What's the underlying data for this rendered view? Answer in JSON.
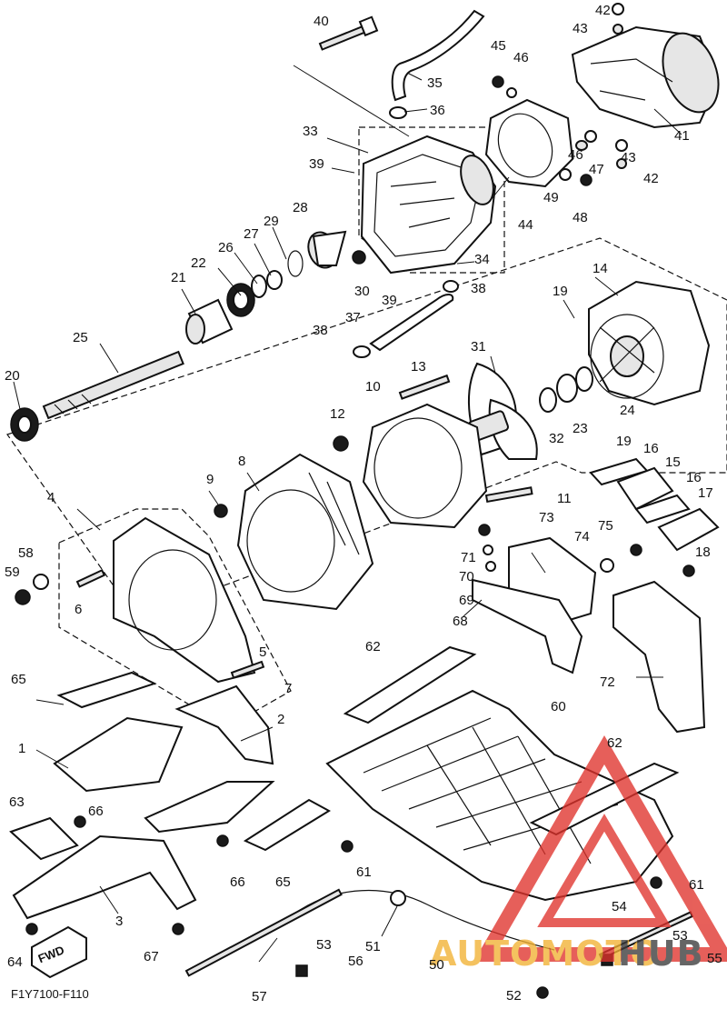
{
  "figure_code": "F1Y7100-F110",
  "fwd_label": "FWD",
  "watermark": {
    "text_left": "AUTOMOTO",
    "text_right": "HUB",
    "color_left": "#f2b233",
    "color_right": "#3a3a3a",
    "triangle_color": "#e0332c"
  },
  "callouts": [
    "1",
    "2",
    "3",
    "4",
    "5",
    "6",
    "7",
    "8",
    "9",
    "10",
    "11",
    "12",
    "13",
    "14",
    "15",
    "16",
    "16",
    "17",
    "18",
    "19",
    "19",
    "20",
    "21",
    "22",
    "23",
    "24",
    "25",
    "26",
    "27",
    "28",
    "29",
    "30",
    "31",
    "32",
    "33",
    "34",
    "35",
    "36",
    "37",
    "38",
    "38",
    "39",
    "39",
    "40",
    "41",
    "42",
    "42",
    "43",
    "43",
    "44",
    "45",
    "46",
    "46",
    "47",
    "48",
    "49",
    "50",
    "51",
    "52",
    "53",
    "53",
    "54",
    "55",
    "56",
    "57",
    "58",
    "59",
    "60",
    "61",
    "61",
    "62",
    "62",
    "63",
    "64",
    "65",
    "65",
    "66",
    "66",
    "67",
    "68",
    "69",
    "70",
    "71",
    "72",
    "73",
    "74",
    "75"
  ]
}
